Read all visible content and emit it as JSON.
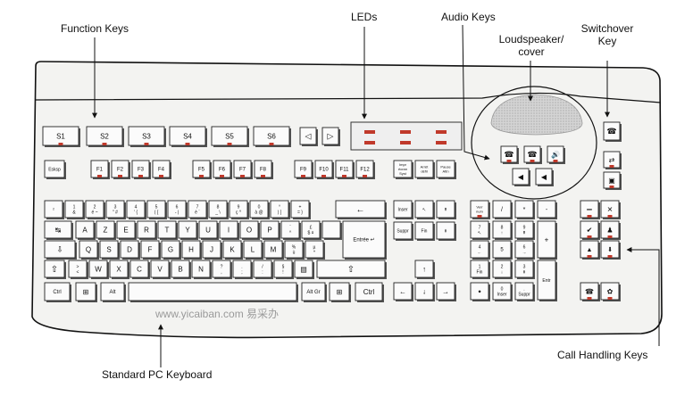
{
  "labels": {
    "function_keys": "Function Keys",
    "leds": "LEDs",
    "audio_keys": "Audio Keys",
    "loudspeaker_line1": "Loudspeaker/",
    "loudspeaker_line2": "cover",
    "switchover_line1": "Switchover",
    "switchover_line2": "Key",
    "standard_pc_keyboard": "Standard PC Keyboard",
    "call_handling_keys": "Call Handling Keys"
  },
  "watermark": "www.yicaiban.com 易采办",
  "function_keys": [
    "S1",
    "S2",
    "S3",
    "S4",
    "S5",
    "S6"
  ],
  "arrow_keys_top": [
    "◁",
    "▷"
  ],
  "f_row": [
    "Esksp",
    "F1",
    "F2",
    "F3",
    "F4",
    "F5",
    "F6",
    "F7",
    "F8",
    "F9",
    "F10",
    "F11",
    "F12"
  ],
  "sys_keys": [
    "Impr\nécran\nSyst",
    "Arrêt\ndéfil",
    "Pause\nAttn"
  ],
  "row1": [
    "²",
    "1\n&",
    "2\né ~",
    "3\n\" #",
    "4\n' {",
    "5\n( [",
    "6\n- |",
    "7\nè `",
    "8\n_ \\",
    "9\nç ^",
    "0\nà @",
    "°\n) ]",
    "+\n= }"
  ],
  "row2": [
    "A",
    "Z",
    "E",
    "R",
    "T",
    "Y",
    "U",
    "I",
    "O",
    "P",
    "¨\n^",
    "£\n$ ¤"
  ],
  "row3": [
    "Q",
    "S",
    "D",
    "F",
    "G",
    "H",
    "J",
    "K",
    "L",
    "M",
    "%\nù",
    "µ\n*"
  ],
  "row4": [
    ">\n<",
    "W",
    "X",
    "C",
    "V",
    "B",
    "N",
    "?\n,",
    ".\n;",
    "/\n:",
    "§\n!"
  ],
  "bottom_row": [
    "Ctrl",
    "Alt",
    "Alt Gr",
    "Ctrl"
  ],
  "nav_keys": [
    "Inser",
    "↖",
    "⇞",
    "Suppr",
    "Fin",
    "⇟"
  ],
  "numpad": [
    "Verr\nnum",
    "/",
    "*",
    "-",
    "7\n↖",
    "8\n↑",
    "9\n⇞",
    "+",
    "4\n←",
    "5",
    "6\n→",
    "Entr",
    "1\nFin",
    "2\n↓",
    "3\n⇟",
    "0\nInser",
    ".\nSuppr"
  ]
}
